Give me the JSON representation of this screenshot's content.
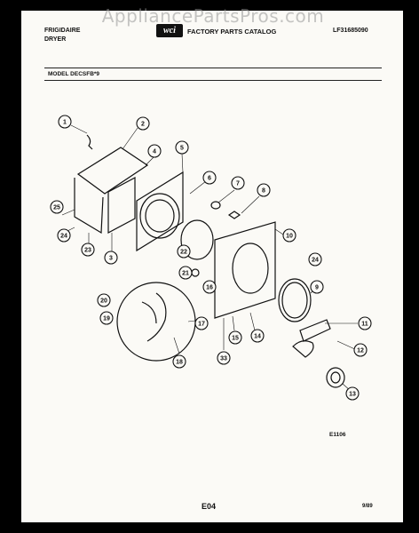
{
  "watermark": "AppliancePartsPros.com",
  "header": {
    "brand": "FRIGIDAIRE",
    "product": "DRYER",
    "logo_text": "wci",
    "catalog_title": "FACTORY PARTS CATALOG",
    "catalog_number": "LF31685090",
    "model": "MODEL DECSFB*9"
  },
  "callouts": [
    "1",
    "2",
    "4",
    "5",
    "6",
    "7",
    "8",
    "9",
    "10",
    "11",
    "12",
    "13",
    "14",
    "15",
    "16",
    "17",
    "18",
    "19",
    "20",
    "21",
    "22",
    "23",
    "24",
    "24",
    "25",
    "33",
    "3",
    "24",
    "22"
  ],
  "footer": {
    "figure_code": "E1106",
    "page": "E04",
    "date": "9/89"
  }
}
